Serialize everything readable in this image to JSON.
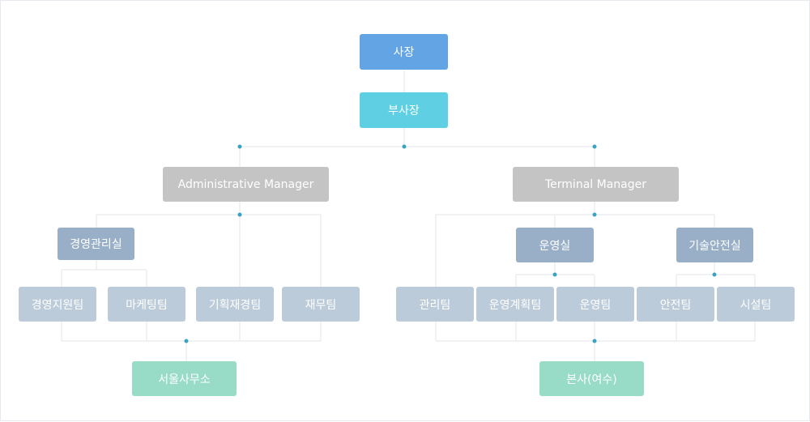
{
  "diagram": {
    "colors": {
      "ceo": "#63a4e4",
      "vice": "#5fcfe3",
      "manager": "#c4c4c4",
      "division": "#98afc7",
      "team": "#bccbd9",
      "location": "#98dcc8",
      "line": "#e2e6ea",
      "dot": "#3aa2c2"
    },
    "nodes": {
      "ceo": "사장",
      "vice_president": "부사장",
      "admin_manager": "Administrative Manager",
      "terminal_manager": "Terminal Manager",
      "mgmt_office": "경영관리실",
      "operations_office": "운영실",
      "tech_safety_office": "기술안전실",
      "team_mgmt_support": "경영지원팀",
      "team_marketing": "마케팅팀",
      "team_planning_finance": "기획재경팀",
      "team_finance": "재무팀",
      "team_management": "관리팀",
      "team_ops_planning": "운영계획팀",
      "team_operations": "운영팀",
      "team_safety": "안전팀",
      "team_facilities": "시설팀",
      "seoul_office": "서울사무소",
      "headquarters": "본사(여수)"
    }
  }
}
